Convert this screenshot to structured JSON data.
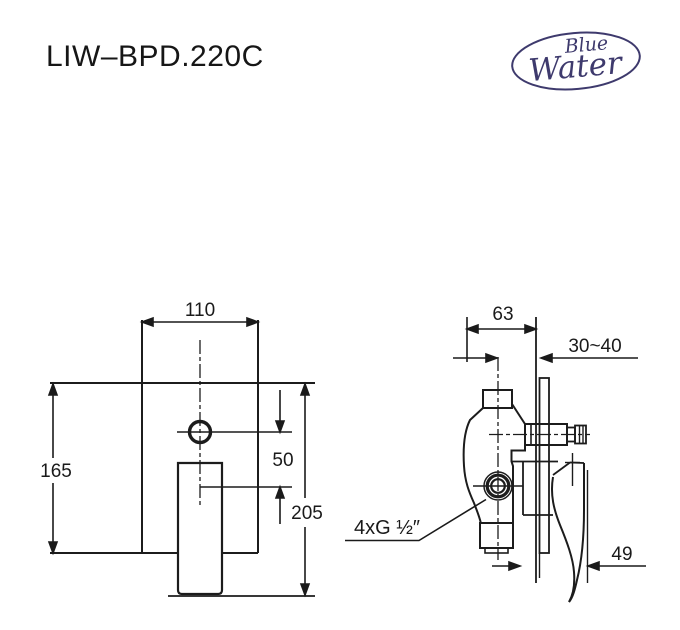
{
  "header": {
    "model_code": "LIW–BPD.220C"
  },
  "logo": {
    "word_top": "Blue",
    "word_bottom": "Water",
    "color": "#3e3a6d"
  },
  "drawing": {
    "ink_color": "#1c1c1c",
    "front_view": {
      "dim_width": "110",
      "dim_height": "165",
      "dim_offset": "50",
      "dim_total_height": "205"
    },
    "side_view": {
      "dim_depth": "63",
      "dim_wall_range": "30~40",
      "dim_handle": "49",
      "connection_label": "4xG ½″"
    }
  }
}
